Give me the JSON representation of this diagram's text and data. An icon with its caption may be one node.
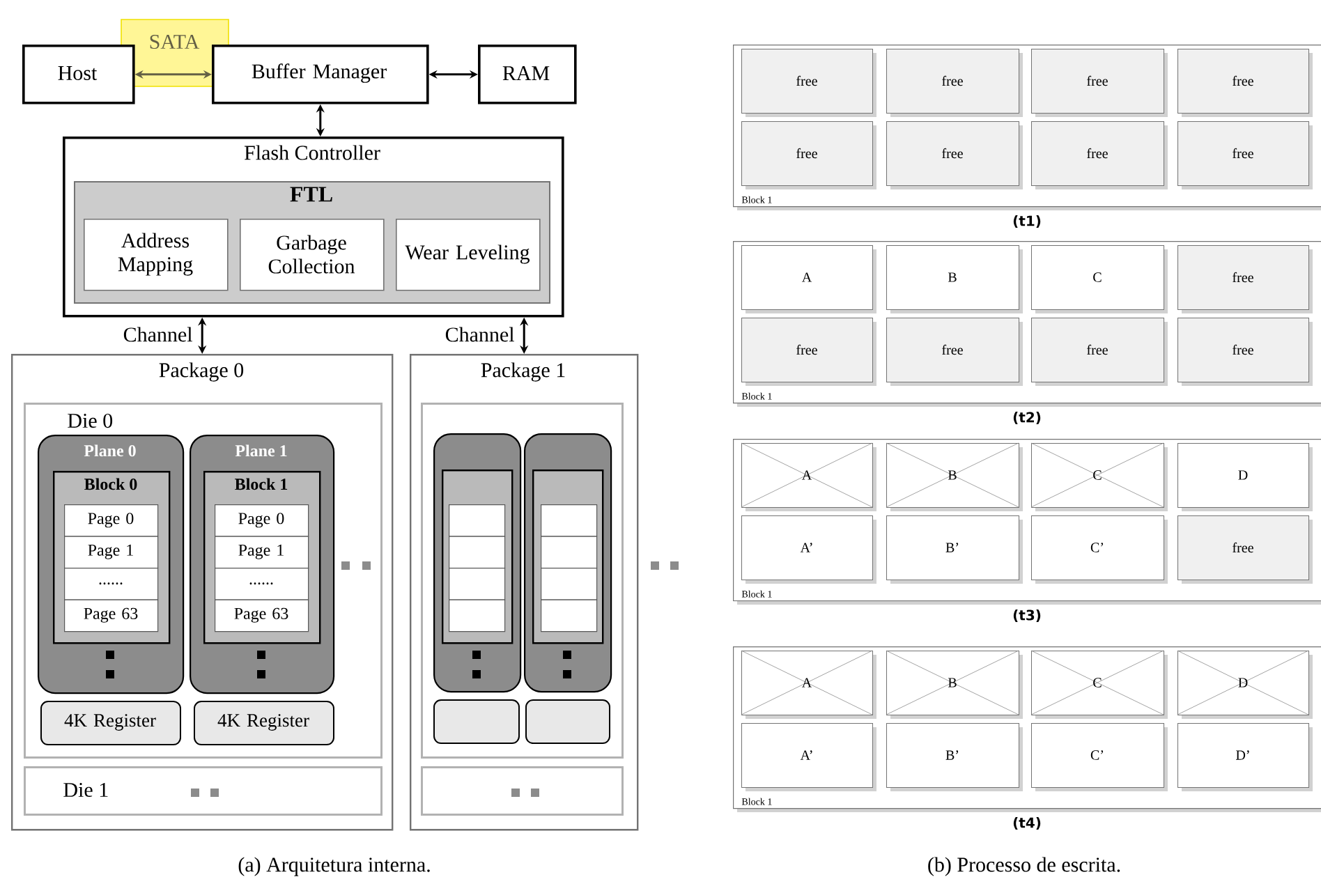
{
  "diagram": {
    "nodes": [
      {
        "text": [
          "Host"
        ]
      },
      {
        "text": [
          "Buffer Manager"
        ]
      },
      {
        "text": [
          "RAM"
        ]
      },
      {
        "text": [
          "Flash Controller"
        ]
      },
      {
        "text": [
          "FTL"
        ],
        "in": 3
      },
      {
        "text": [
          "Address Mapping"
        ],
        "in": 4
      },
      {
        "text": [
          "Garbage Collection"
        ],
        "in": 4
      },
      {
        "text": [
          "Wear Leveling"
        ],
        "in": 4
      },
      {
        "text": [
          "Package 0"
        ]
      },
      {
        "text": [
          "Die 0"
        ],
        "in": 8
      },
      {
        "text": [
          "Plane 0"
        ],
        "in": 9
      },
      {
        "text": [
          "Block 0"
        ],
        "in": 10
      },
      {
        "text": [
          "Page 0"
        ],
        "in": 11
      },
      {
        "text": [
          "Page 1"
        ],
        "in": 11
      },
      {
        "text": [
          "......"
        ],
        "in": 11
      },
      {
        "text": [
          "Page 63"
        ],
        "in": 11
      },
      {
        "text": [
          "Plane 1"
        ],
        "in": 9
      },
      {
        "text": [
          "Block 1"
        ],
        "in": 16
      },
      {
        "text": [
          "Page 0"
        ],
        "in": 17
      },
      {
        "text": [
          "Page 1"
        ],
        "in": 17
      },
      {
        "text": [
          "......"
        ],
        "in": 17
      },
      {
        "text": [
          "Page 63"
        ],
        "in": 17
      },
      {
        "text": [
          "4K Register"
        ],
        "in": 9
      },
      {
        "text": [
          "4K Register"
        ],
        "in": 9
      },
      {
        "text": [
          "Die 1"
        ],
        "in": 8
      },
      {
        "text": [
          "Package 1"
        ]
      },
      {
        "text": [],
        "shape": "box",
        "in": 25
      },
      {
        "text": [],
        "shape": "box",
        "in": 26
      },
      {
        "text": [],
        "shape": "box",
        "in": 27
      },
      {
        "text": [],
        "shape": "box",
        "in": 28
      },
      {
        "text": [],
        "shape": "box",
        "in": 28
      },
      {
        "text": [],
        "shape": "box",
        "in": 28
      },
      {
        "text": [],
        "shape": "box",
        "in": 28
      },
      {
        "text": [],
        "shape": "box",
        "in": 26
      },
      {
        "text": [],
        "shape": "box",
        "in": 33
      },
      {
        "text": [],
        "shape": "box",
        "in": 34
      },
      {
        "text": [],
        "shape": "box",
        "in": 34
      },
      {
        "text": [],
        "shape": "box",
        "in": 34
      },
      {
        "text": [],
        "shape": "box",
        "in": 34
      },
      {
        "text": [],
        "shape": "box",
        "in": 26
      },
      {
        "text": [],
        "shape": "box",
        "in": 26
      },
      {
        "text": [],
        "shape": "box",
        "in": 25
      },
      {
        "text": [
          "Block 1"
        ],
        "beside": [
          "(t1)"
        ]
      },
      {
        "text": [
          "free"
        ],
        "in": 42
      },
      {
        "text": [
          "free"
        ],
        "in": 42
      },
      {
        "text": [
          "free"
        ],
        "in": 42
      },
      {
        "text": [
          "free"
        ],
        "in": 42
      },
      {
        "text": [
          "free"
        ],
        "in": 42
      },
      {
        "text": [
          "free"
        ],
        "in": 42
      },
      {
        "text": [
          "free"
        ],
        "in": 42
      },
      {
        "text": [
          "free"
        ],
        "in": 42
      },
      {
        "text": [
          "Block 1"
        ],
        "beside": [
          "(t2)"
        ]
      },
      {
        "text": [
          "A"
        ],
        "in": 51
      },
      {
        "text": [
          "B"
        ],
        "in": 51
      },
      {
        "text": [
          "C"
        ],
        "in": 51
      },
      {
        "text": [
          "free"
        ],
        "in": 51
      },
      {
        "text": [
          "free"
        ],
        "in": 51
      },
      {
        "text": [
          "free"
        ],
        "in": 51
      },
      {
        "text": [
          "free"
        ],
        "in": 51
      },
      {
        "text": [
          "free"
        ],
        "in": 51
      },
      {
        "text": [
          "Block 1"
        ],
        "beside": [
          "(t3)"
        ]
      },
      {
        "text": [
          "A"
        ],
        "in": 60
      },
      {
        "text": [
          "B"
        ],
        "in": 60
      },
      {
        "text": [
          "C"
        ],
        "in": 60
      },
      {
        "text": [
          "D"
        ],
        "in": 60
      },
      {
        "text": [
          "A’"
        ],
        "in": 60
      },
      {
        "text": [
          "B’"
        ],
        "in": 60
      },
      {
        "text": [
          "C’"
        ],
        "in": 60
      },
      {
        "text": [
          "free"
        ],
        "in": 60
      },
      {
        "text": [
          "Block 1"
        ],
        "beside": [
          "(t4)"
        ]
      },
      {
        "text": [
          "A"
        ],
        "in": 69
      },
      {
        "text": [
          "B"
        ],
        "in": 69
      },
      {
        "text": [
          "C"
        ],
        "in": 69
      },
      {
        "text": [
          "D"
        ],
        "in": 69
      },
      {
        "text": [
          "A’"
        ],
        "in": 69
      },
      {
        "text": [
          "B’"
        ],
        "in": 69
      },
      {
        "text": [
          "C’"
        ],
        "in": 69
      },
      {
        "text": [
          "D’"
        ],
        "in": 69
      }
    ],
    "edges": [
      {
        "from": 0,
        "to": 1,
        "arrow": "both",
        "label": "SATA",
        "color": "#646045"
      },
      {
        "from": 1,
        "to": 2,
        "arrow": "both"
      },
      {
        "from": 1,
        "to": 3,
        "arrow": "both"
      },
      {
        "from": 3,
        "to": 8,
        "arrow": "both",
        "label": "Channel"
      },
      {
        "from": 3,
        "to": 25,
        "arrow": "both",
        "label": "Channel"
      }
    ],
    "labels": [
      "(a) Arquitetura interna.",
      "(b) Processo de escrita."
    ]
  }
}
